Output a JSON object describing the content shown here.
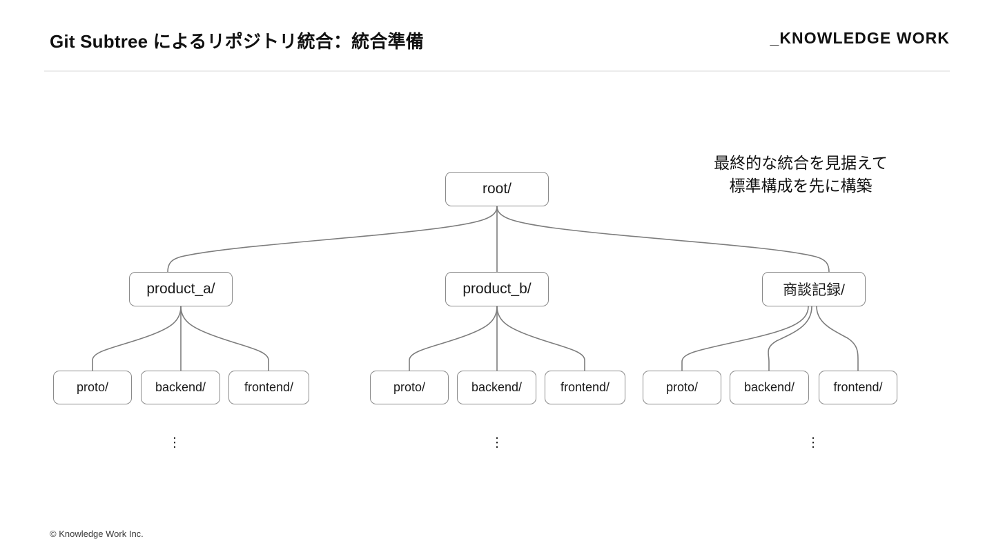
{
  "header": {
    "title": "Git Subtree によるリポジトリ統合：統合準備",
    "logo": "_KNOWLEDGE WORK"
  },
  "annotation": {
    "line1": "最終的な統合を見据えて",
    "line2": "標準構成を先に構築"
  },
  "diagram": {
    "type": "tree",
    "root": {
      "label": "root/"
    },
    "groups": [
      {
        "parent": "product_a/",
        "children": [
          "proto/",
          "backend/",
          "frontend/"
        ],
        "more": "⋮"
      },
      {
        "parent": "product_b/",
        "children": [
          "proto/",
          "backend/",
          "frontend/"
        ],
        "more": "⋮"
      },
      {
        "parent": "商談記録/",
        "children": [
          "proto/",
          "backend/",
          "frontend/"
        ],
        "more": "⋮"
      }
    ]
  },
  "footer": {
    "copyright": "© Knowledge Work Inc."
  },
  "colors": {
    "node_border": "#8a8a8a",
    "connector": "#7d7d7d",
    "divider": "#ececec",
    "text": "#111111"
  }
}
